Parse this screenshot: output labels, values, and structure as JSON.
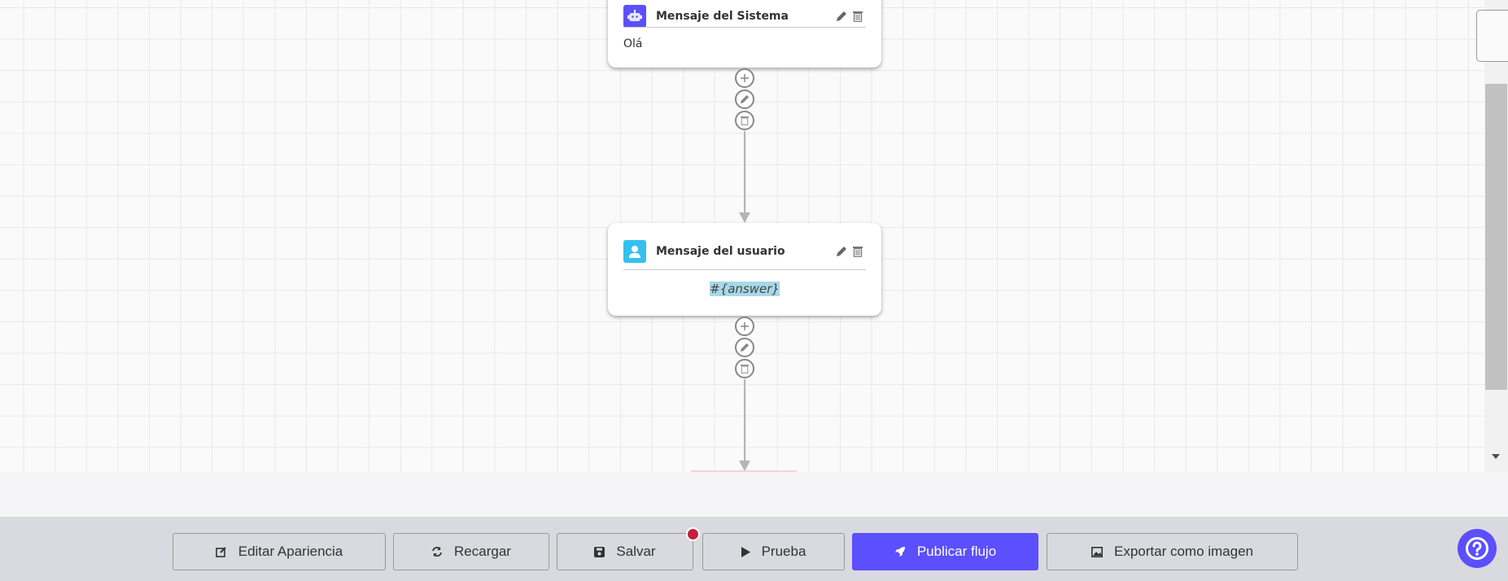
{
  "nodes": [
    {
      "title": "Mensaje del Sistema",
      "icon": "robot-icon",
      "icon_color": "#5b4ffe",
      "body": "Olá"
    },
    {
      "title": "Mensaje del usuario",
      "icon": "user-icon",
      "icon_color": "#35c0ee",
      "body": "#{answer}"
    }
  ],
  "toolbar": {
    "edit_appearance": "Editar Apariencia",
    "reload": "Recargar",
    "save": "Salvar",
    "test": "Prueba",
    "publish": "Publicar flujo",
    "export": "Exportar como imagen"
  },
  "colors": {
    "accent": "#5b4ffe",
    "unsaved_dot": "#c0203a",
    "user_icon": "#35c0ee",
    "variable_highlight": "#a8d8e8"
  }
}
